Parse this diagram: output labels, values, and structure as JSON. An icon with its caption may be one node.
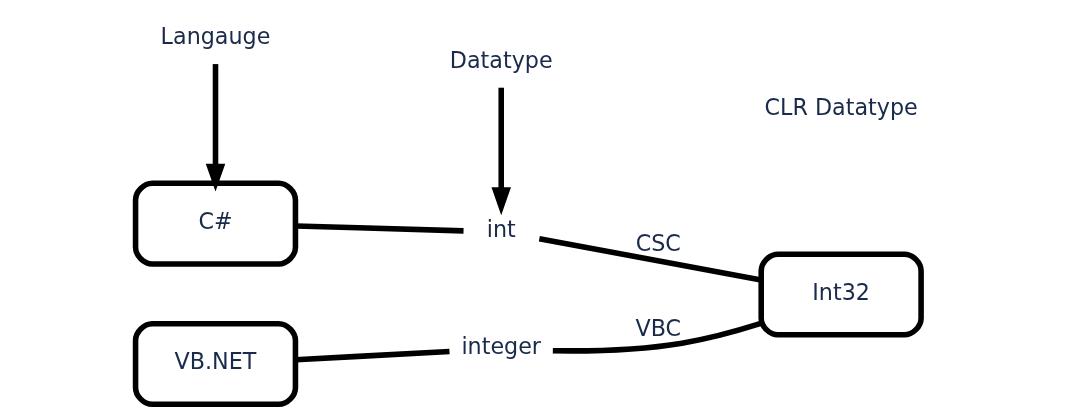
{
  "diagram": {
    "nodes": [
      {
        "text": [
          "Langauge"
        ]
      },
      {
        "text": [
          "Datatype"
        ]
      },
      {
        "text": [
          "C#"
        ]
      },
      {
        "text": [
          "int"
        ]
      },
      {
        "text": [
          "Int32"
        ]
      },
      {
        "text": [
          "VB.NET"
        ]
      },
      {
        "text": [
          "integer"
        ]
      }
    ],
    "edges": [
      {
        "from": 0,
        "to": 2,
        "arrow": "to"
      },
      {
        "from": 1,
        "to": 3,
        "arrow": "to"
      },
      {
        "from": 2,
        "to": 3,
        "arrow": "none"
      },
      {
        "from": 3,
        "to": 4,
        "arrow": "none",
        "label": "CSC"
      },
      {
        "from": 5,
        "to": 6,
        "arrow": "none"
      },
      {
        "from": 6,
        "to": 4,
        "arrow": "none",
        "label": "VBC"
      }
    ],
    "labels": [
      "CLR Datatype"
    ]
  }
}
